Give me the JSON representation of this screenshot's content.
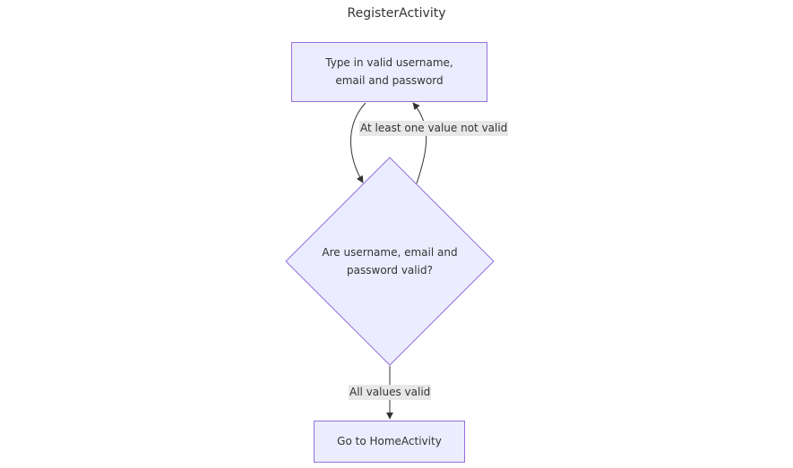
{
  "diagram": {
    "title": "RegisterActivity",
    "nodes": {
      "input": {
        "line1": "Type in valid username,",
        "line2": "email and password"
      },
      "decision": {
        "line1": "Are username, email and",
        "line2": "password valid?"
      },
      "home": {
        "label": "Go to HomeActivity"
      }
    },
    "edges": {
      "invalid": {
        "label": "At least one value not valid"
      },
      "valid": {
        "label": "All values valid"
      }
    }
  }
}
